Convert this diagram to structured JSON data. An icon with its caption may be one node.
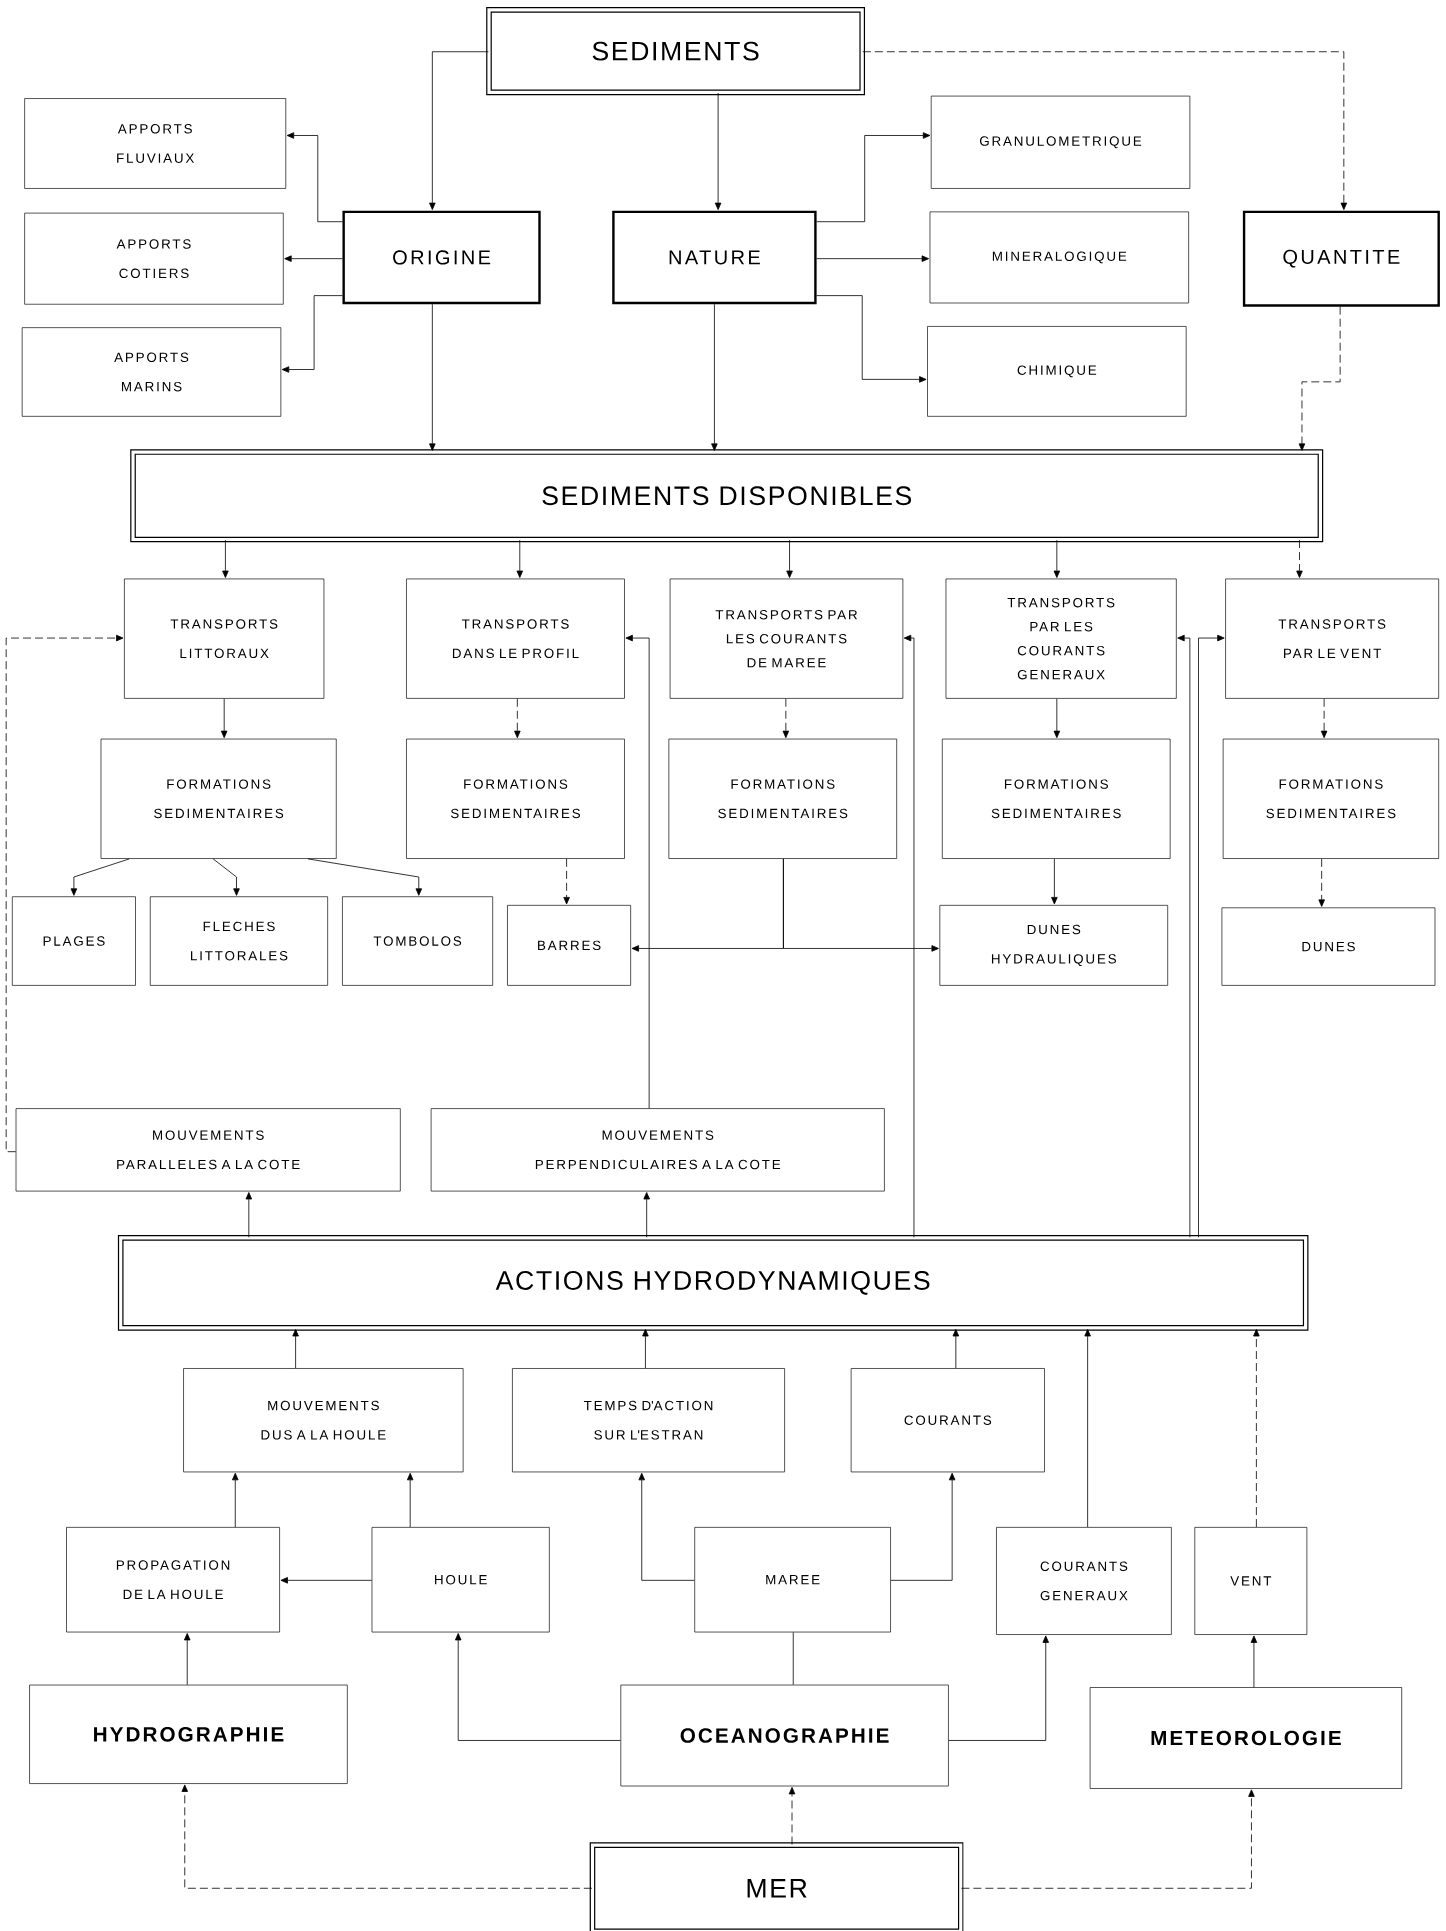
{
  "diagram": {
    "nodes": [
      {
        "text": [
          "SEDIMENTS"
        ]
      },
      {
        "text": [
          "APPORTS FLUVIAUX"
        ]
      },
      {
        "text": [
          "APPORTS COTIERS"
        ]
      },
      {
        "text": [
          "APPORTS MARINS"
        ]
      },
      {
        "text": [
          "ORIGINE"
        ]
      },
      {
        "text": [
          "NATURE"
        ]
      },
      {
        "text": [
          "GRANULOMETRIQUE"
        ]
      },
      {
        "text": [
          "MINERALOGIQUE"
        ]
      },
      {
        "text": [
          "CHIMIQUE"
        ]
      },
      {
        "text": [
          "QUANTITE"
        ]
      },
      {
        "text": [
          "SEDIMENTS DISPONIBLES"
        ]
      },
      {
        "text": [
          "TRANSPORTS LITTORAUX"
        ]
      },
      {
        "text": [
          "TRANSPORTS DANS LE PROFIL"
        ]
      },
      {
        "text": [
          "TRANSPORTS PAR LES COURANTS DE MAREE"
        ]
      },
      {
        "text": [
          "TRANSPORTS PAR LES COURANTS GENERAUX"
        ]
      },
      {
        "text": [
          "TRANSPORTS PAR LE VENT"
        ]
      },
      {
        "text": [
          "FORMATIONS SEDIMENTAIRES"
        ]
      },
      {
        "text": [
          "FORMATIONS SEDIMENTAIRES"
        ]
      },
      {
        "text": [
          "FORMATIONS SEDIMENTAIRES"
        ]
      },
      {
        "text": [
          "FORMATIONS SEDIMENTAIRES"
        ]
      },
      {
        "text": [
          "FORMATIONS SEDIMENTAIRES"
        ]
      },
      {
        "text": [
          "PLAGES"
        ]
      },
      {
        "text": [
          "FLECHES LITTORALES"
        ]
      },
      {
        "text": [
          "TOMBOLOS"
        ]
      },
      {
        "text": [
          "BARRES"
        ]
      },
      {
        "text": [
          "DUNES HYDRAULIQUES"
        ]
      },
      {
        "text": [
          "DUNES"
        ]
      },
      {
        "text": [
          "MOUVEMENTS PARALLELES A LA COTE"
        ]
      },
      {
        "text": [
          "MOUVEMENTS PERPENDICULAIRES A LA COTE"
        ]
      },
      {
        "text": [
          "ACTIONS HYDRODYNAMIQUES"
        ]
      },
      {
        "text": [
          "MOUVEMENTS DUS A LA HOULE"
        ]
      },
      {
        "text": [
          "TEMPS D'ACTION SUR L'ESTRAN"
        ]
      },
      {
        "text": [
          "COURANTS"
        ]
      },
      {
        "text": [
          "PROPAGATION DE LA HOULE"
        ]
      },
      {
        "text": [
          "HOULE"
        ]
      },
      {
        "text": [
          "MAREE"
        ]
      },
      {
        "text": [
          "COURANTS GENERAUX"
        ]
      },
      {
        "text": [
          "VENT"
        ]
      },
      {
        "text": [
          "HYDROGRAPHIE"
        ]
      },
      {
        "text": [
          "OCEANOGRAPHIE"
        ]
      },
      {
        "text": [
          "METEOROLOGIE"
        ]
      },
      {
        "text": [
          "MER"
        ]
      }
    ],
    "edges": [
      {
        "from": 0,
        "to": 4,
        "arrow": "to"
      },
      {
        "from": 0,
        "to": 5,
        "arrow": "to"
      },
      {
        "from": 0,
        "to": 9,
        "arrow": "to",
        "style": "dashed"
      },
      {
        "from": 4,
        "to": 1,
        "arrow": "to"
      },
      {
        "from": 4,
        "to": 2,
        "arrow": "to"
      },
      {
        "from": 4,
        "to": 3,
        "arrow": "to"
      },
      {
        "from": 5,
        "to": 6,
        "arrow": "to"
      },
      {
        "from": 5,
        "to": 7,
        "arrow": "to"
      },
      {
        "from": 5,
        "to": 8,
        "arrow": "to"
      },
      {
        "from": 4,
        "to": 10,
        "arrow": "to"
      },
      {
        "from": 5,
        "to": 10,
        "arrow": "to"
      },
      {
        "from": 9,
        "to": 10,
        "arrow": "to",
        "style": "dashed"
      },
      {
        "from": 10,
        "to": 11,
        "arrow": "to"
      },
      {
        "from": 10,
        "to": 12,
        "arrow": "to"
      },
      {
        "from": 10,
        "to": 13,
        "arrow": "to"
      },
      {
        "from": 10,
        "to": 14,
        "arrow": "to"
      },
      {
        "from": 10,
        "to": 15,
        "arrow": "to",
        "style": "dashed"
      },
      {
        "from": 11,
        "to": 16,
        "arrow": "to"
      },
      {
        "from": 12,
        "to": 17,
        "arrow": "to",
        "style": "dashed"
      },
      {
        "from": 13,
        "to": 18,
        "arrow": "to",
        "style": "dashed"
      },
      {
        "from": 14,
        "to": 19,
        "arrow": "to"
      },
      {
        "from": 15,
        "to": 20,
        "arrow": "to",
        "style": "dashed"
      },
      {
        "from": 16,
        "to": 21,
        "arrow": "to"
      },
      {
        "from": 16,
        "to": 22,
        "arrow": "to"
      },
      {
        "from": 16,
        "to": 23,
        "arrow": "to"
      },
      {
        "from": 17,
        "to": 24,
        "arrow": "to",
        "style": "dashed"
      },
      {
        "from": 18,
        "to": 24,
        "arrow": "to"
      },
      {
        "from": 18,
        "to": 25,
        "arrow": "to"
      },
      {
        "from": 19,
        "to": 25,
        "arrow": "to"
      },
      {
        "from": 20,
        "to": 26,
        "arrow": "to",
        "style": "dashed"
      },
      {
        "from": 27,
        "to": 11,
        "arrow": "to",
        "style": "dashed"
      },
      {
        "from": 29,
        "to": 27,
        "arrow": "to"
      },
      {
        "from": 29,
        "to": 28,
        "arrow": "to"
      },
      {
        "from": 28,
        "to": 12,
        "arrow": "to"
      },
      {
        "from": 29,
        "to": 13,
        "arrow": "to"
      },
      {
        "from": 29,
        "to": 14,
        "arrow": "to"
      },
      {
        "from": 29,
        "to": 15,
        "arrow": "to"
      },
      {
        "from": 30,
        "to": 29,
        "arrow": "to"
      },
      {
        "from": 31,
        "to": 29,
        "arrow": "to"
      },
      {
        "from": 32,
        "to": 29,
        "arrow": "to"
      },
      {
        "from": 36,
        "to": 29,
        "arrow": "to"
      },
      {
        "from": 37,
        "to": 29,
        "arrow": "to",
        "style": "dashed"
      },
      {
        "from": 33,
        "to": 30,
        "arrow": "to"
      },
      {
        "from": 34,
        "to": 30,
        "arrow": "to"
      },
      {
        "from": 34,
        "to": 33,
        "arrow": "to"
      },
      {
        "from": 35,
        "to": 31,
        "arrow": "to"
      },
      {
        "from": 35,
        "to": 32,
        "arrow": "to"
      },
      {
        "from": 38,
        "to": 33,
        "arrow": "to"
      },
      {
        "from": 39,
        "to": 34,
        "arrow": "to"
      },
      {
        "from": 39,
        "to": 35,
        "arrow": "none"
      },
      {
        "from": 39,
        "to": 36,
        "arrow": "to"
      },
      {
        "from": 40,
        "to": 37,
        "arrow": "to"
      },
      {
        "from": 41,
        "to": 38,
        "arrow": "to",
        "style": "dashed"
      },
      {
        "from": 41,
        "to": 39,
        "arrow": "to",
        "style": "dashed"
      },
      {
        "from": 41,
        "to": 40,
        "arrow": "to",
        "style": "dashed"
      }
    ]
  }
}
